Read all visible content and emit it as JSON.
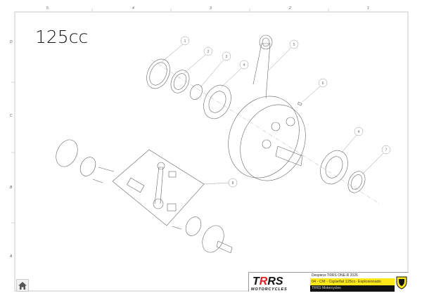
{
  "drawing": {
    "title": "125cc",
    "column_labels": [
      "5",
      "4",
      "3",
      "2",
      "1"
    ],
    "row_labels": [
      "D",
      "C",
      "B",
      "A"
    ],
    "balloons": [
      "1",
      "2",
      "3",
      "4",
      "5",
      "6",
      "4",
      "7",
      "8"
    ]
  },
  "title_block": {
    "brand": "TRRS",
    "brand_sub": "MOTORCYCLES",
    "line1": "Despiece TRRS ONE-R 2026",
    "line2": "04 - CM - Cigüeñal 125cc- Explosionado",
    "line3": "TRRS Motorcycles",
    "colors": {
      "highlight": "#ffe81a",
      "dark": "#111111",
      "brand_red": "#e31e24"
    }
  },
  "home_button": {
    "icon": "home-icon"
  }
}
